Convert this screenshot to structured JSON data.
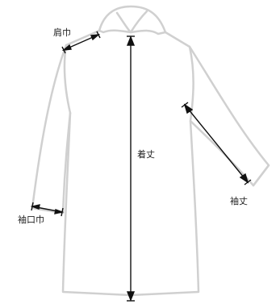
{
  "labels": {
    "shoulder_width": "肩巾",
    "total_length": "着丈",
    "sleeve_length": "袖丈",
    "cuff_width": "袖口巾"
  },
  "colors": {
    "outline": "#d0d0d0",
    "arrow": "#111111",
    "text": "#222222",
    "background": "#ffffff"
  }
}
